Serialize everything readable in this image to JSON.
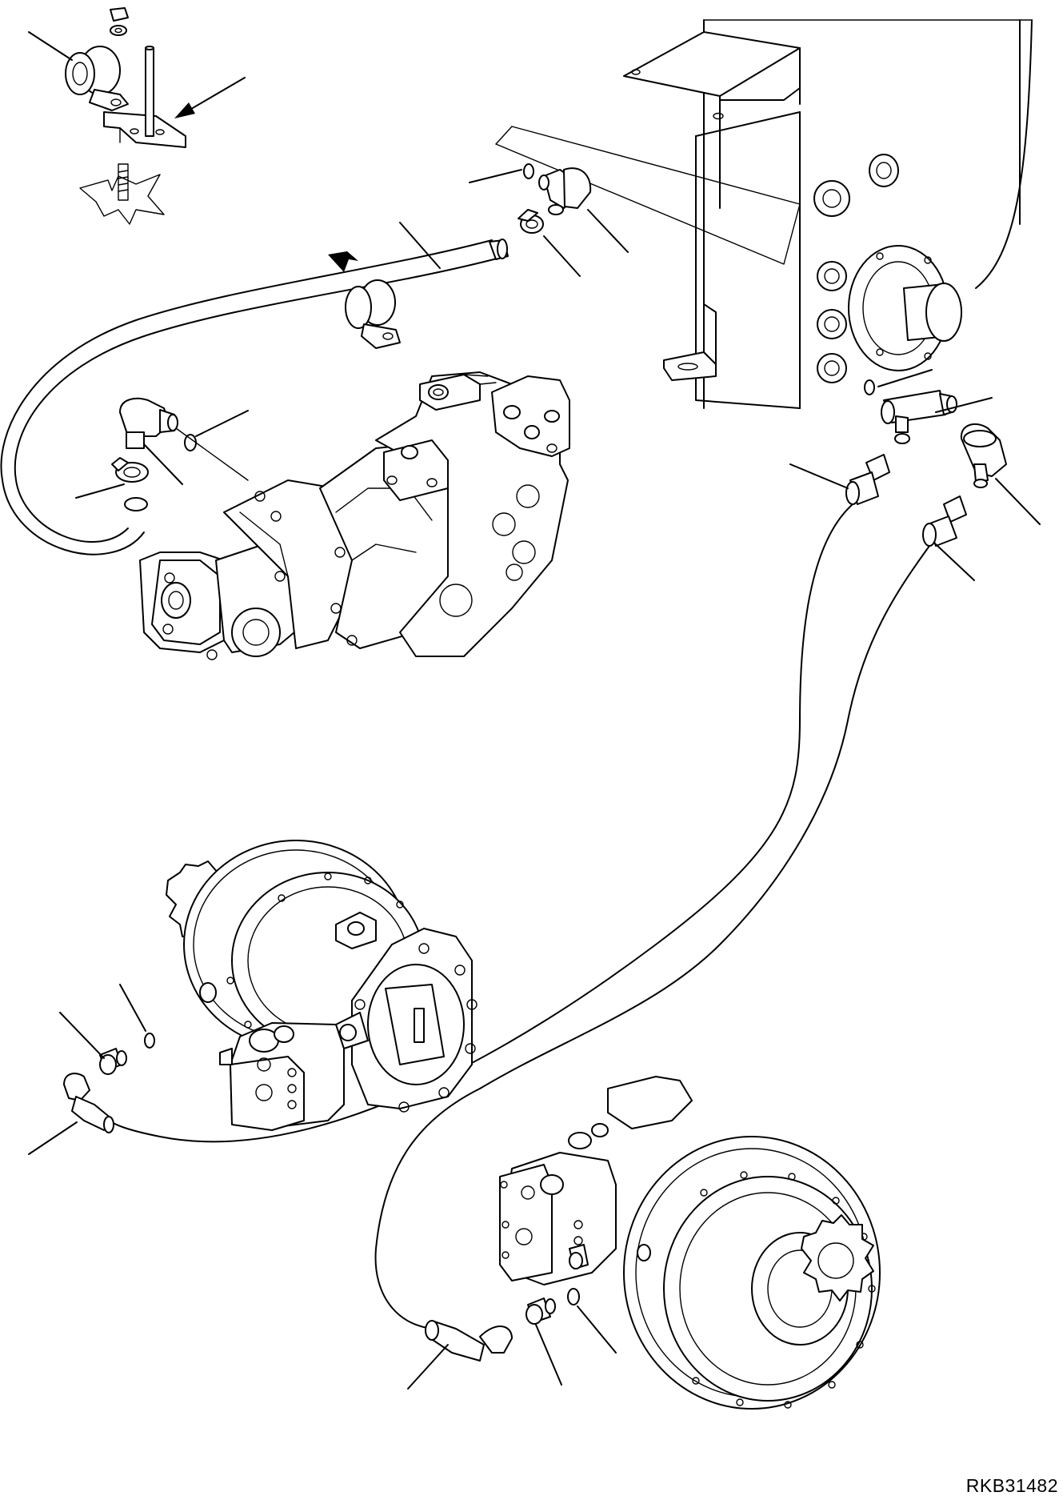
{
  "drawing": {
    "reference_code": "RKB31482"
  },
  "components": {
    "tank": "hydraulic-tank",
    "pump": "hydraulic-pump",
    "motor_left": "travel-motor-left",
    "motor_right": "travel-motor-right"
  },
  "icons": {
    "clamp": "clamp-icon",
    "arrow": "arrow-pointer-icon",
    "elbow": "elbow-fitting-icon",
    "tee": "tee-fitting-icon",
    "oring": "o-ring-icon"
  }
}
